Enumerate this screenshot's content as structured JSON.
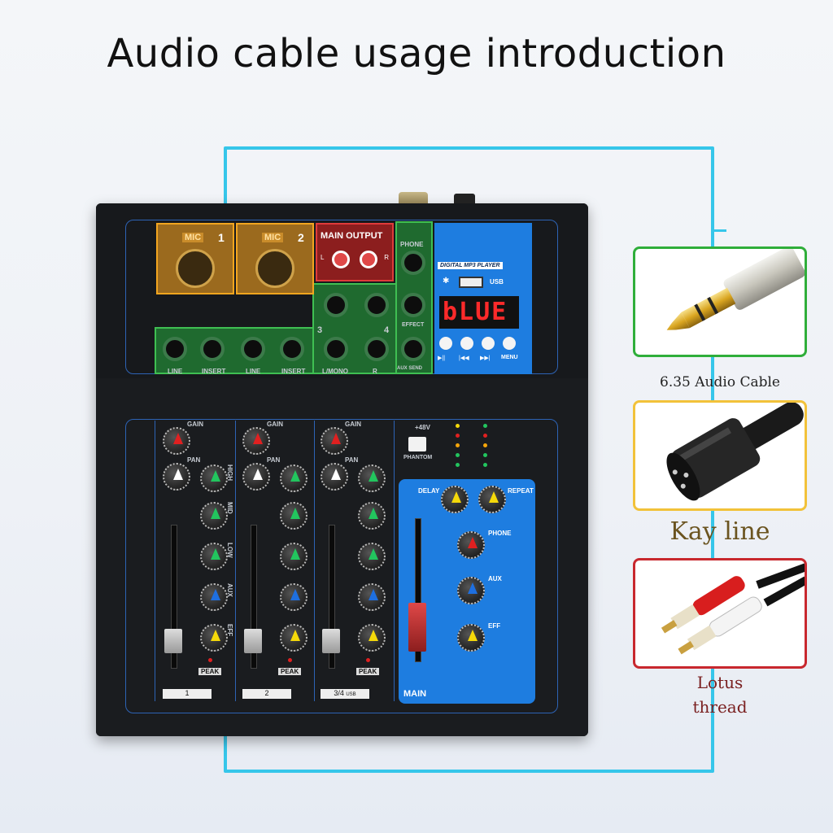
{
  "page": {
    "title": "Audio cable usage introduction"
  },
  "mixer": {
    "top_panel": {
      "mic1_label": "MIC",
      "mic1_num": "1",
      "mic2_label": "MIC",
      "mic2_num": "2",
      "main_output_label": "MAIN OUTPUT",
      "main_output_l": "L",
      "main_output_r": "R",
      "phone_label": "PHONE",
      "effect_label": "EFFECT",
      "aux_send_label": "AUX SEND",
      "line_labels": [
        "LINE",
        "INSERT",
        "LINE",
        "INSERT",
        "L/MONO",
        "R"
      ],
      "num3": "3",
      "num4": "4",
      "mp3_title": "DIGITAL MP3 PLAYER",
      "usb_label": "USB",
      "display_text": "bLUE",
      "transport_labels": [
        "▶||",
        "|◀◀",
        "▶▶|",
        "MENU"
      ]
    },
    "channels": [
      {
        "label": "1",
        "gain": "GAIN",
        "pan": "PAN",
        "peak": "PEAK"
      },
      {
        "label": "2",
        "gain": "GAIN",
        "pan": "PAN",
        "peak": "PEAK"
      },
      {
        "label": "3/4",
        "label_suffix": "USB",
        "gain": "GAIN",
        "pan": "PAN",
        "peak": "PEAK"
      }
    ],
    "eq_labels": [
      "HIGH",
      "MID",
      "LOW",
      "AUX",
      "EFF"
    ],
    "phantom_label": "PHANTOM",
    "phantom_48v": "+48V",
    "main_section": {
      "label": "MAIN",
      "delay": "DELAY",
      "repeat": "REPEAT",
      "phone": "PHONE",
      "aux": "AUX",
      "eff": "EFF"
    },
    "knob_colors": {
      "gain": "#e02020",
      "pan": "#ffffff",
      "high": "#22c55e",
      "mid": "#22c55e",
      "low": "#22c55e",
      "aux": "#1e6fe0",
      "eff": "#f5d90a"
    }
  },
  "cables": [
    {
      "caption": "6.35 Audio Cable",
      "border_color": "#2fae3a",
      "icon": "trs-jack-icon"
    },
    {
      "caption": "Kay line",
      "border_color": "#f2c23a",
      "icon": "xlr-connector-icon"
    },
    {
      "caption_line1": "Lotus",
      "caption_line2": "thread",
      "border_color": "#c8282e",
      "icon": "rca-connector-icon"
    }
  ]
}
